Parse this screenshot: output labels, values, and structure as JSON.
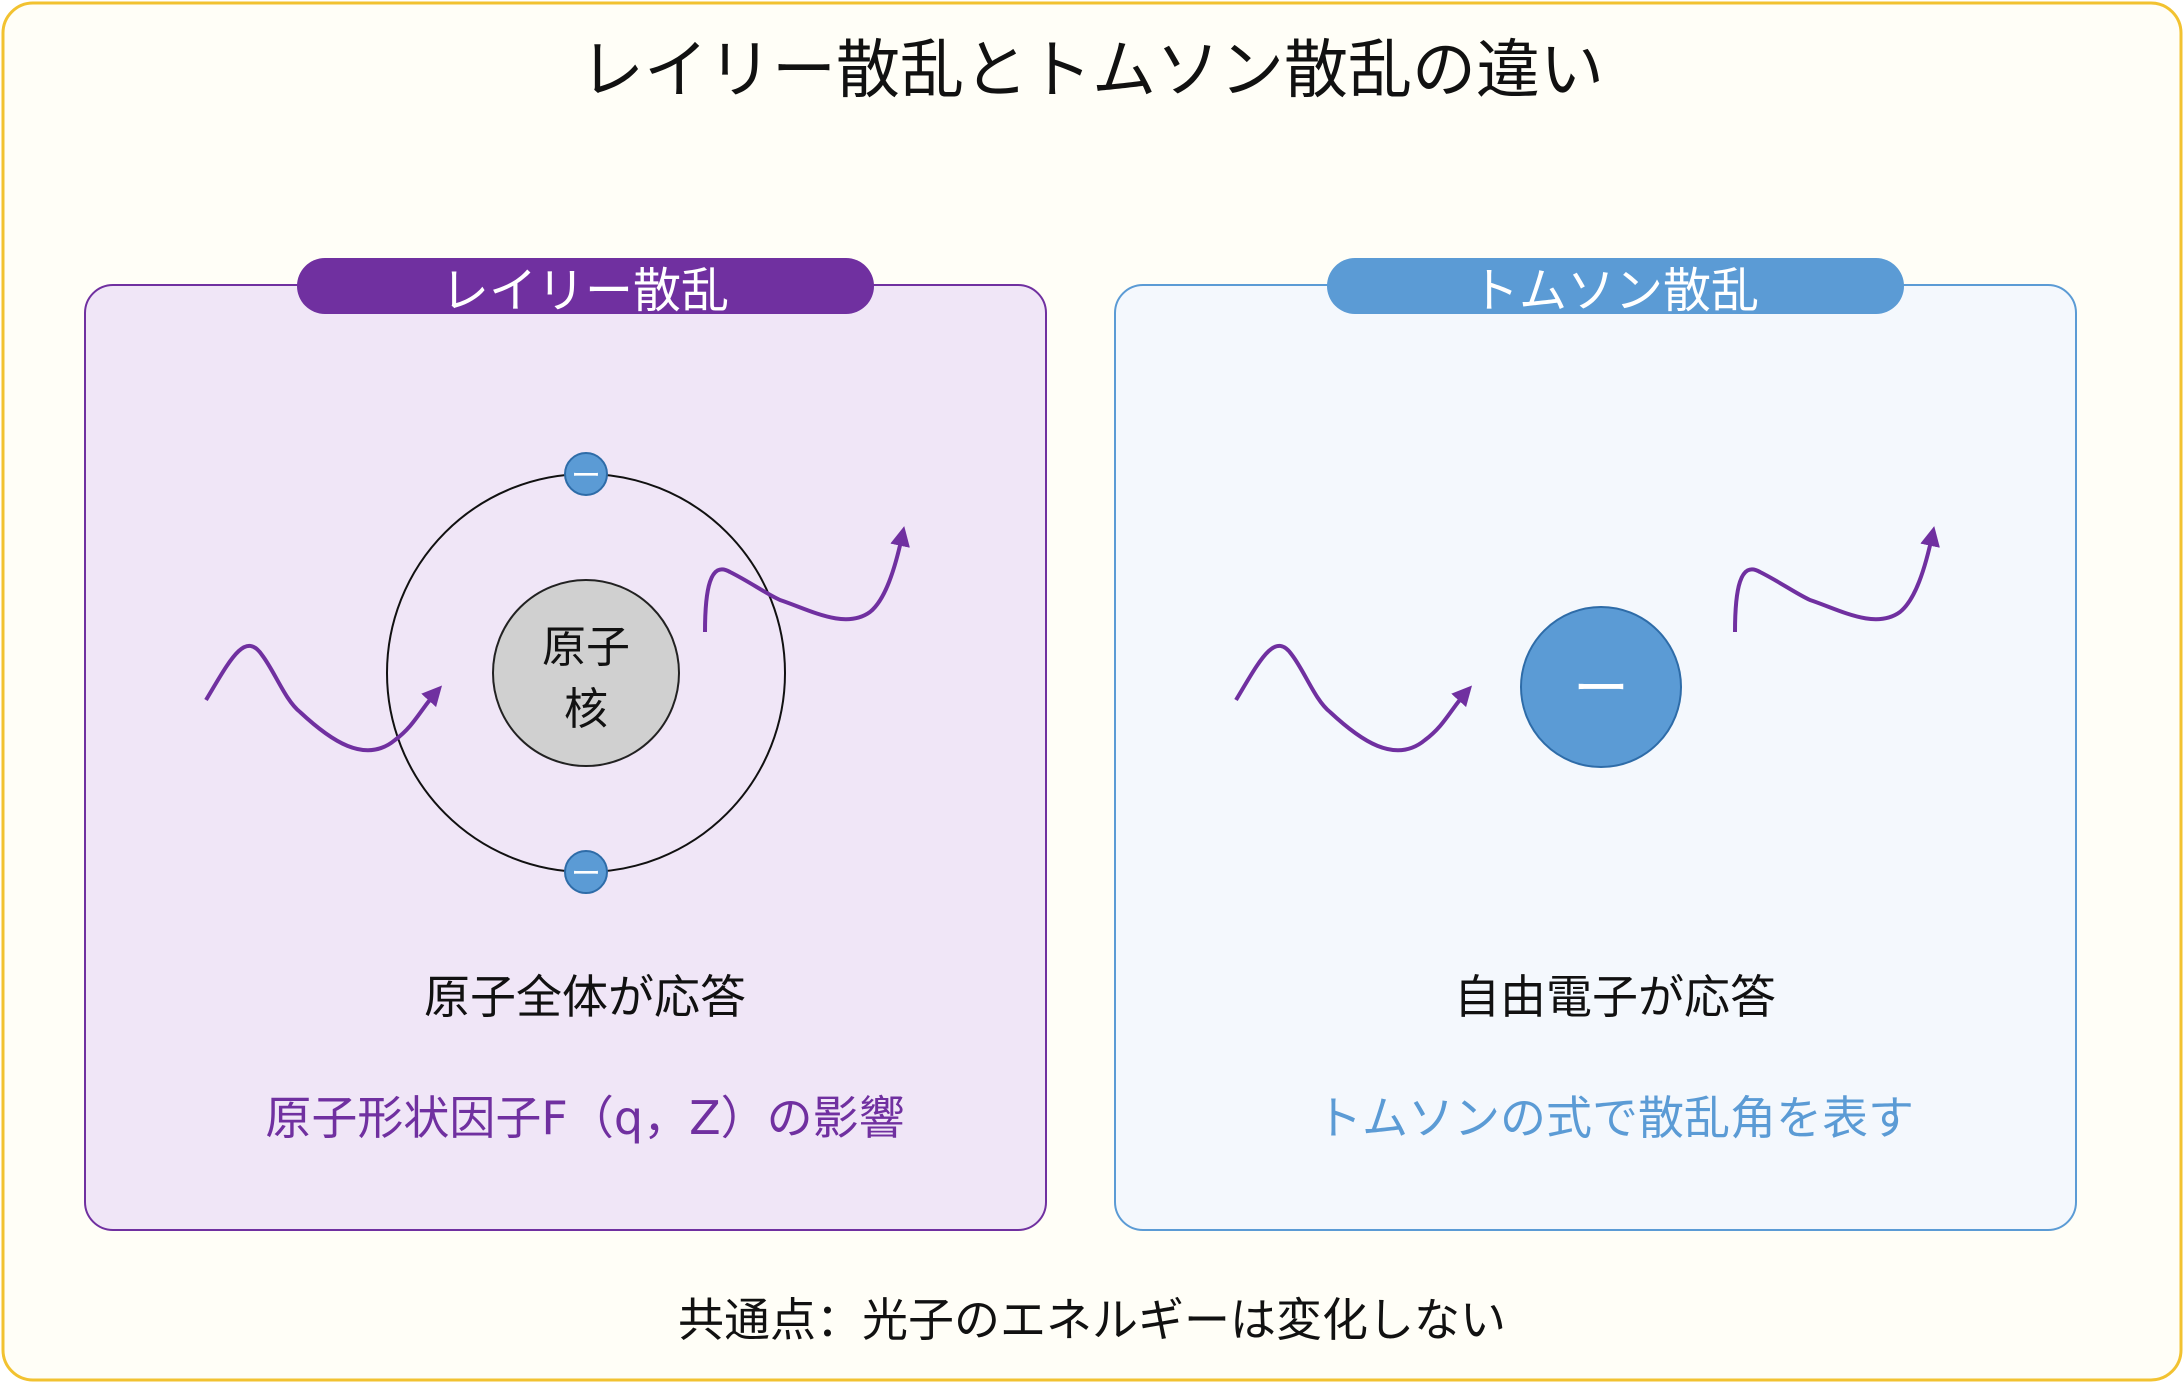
{
  "title": "レイリー散乱とトムソン散乱の違い",
  "rayleigh": {
    "label": "レイリー散乱",
    "nucleus_line1": "原子",
    "nucleus_line2": "核",
    "electron_symbol": "ー",
    "response": "原子全体が応答",
    "note": "原子形状因子F（q，Z）の影響"
  },
  "thomson": {
    "label": "トムソン散乱",
    "electron_symbol": "ー",
    "response": "自由電子が応答",
    "note": "トムソンの式で散乱角を表す"
  },
  "footer": "共通点：光子のエネルギーは変化しない",
  "colors": {
    "background": "#fffef7",
    "outer_border": "#f2c230",
    "purple": "#7030a0",
    "purple_fill": "#f0e6f7",
    "blue": "#5b9bd5",
    "blue_fill": "#f4f8fd",
    "nucleus_fill": "#d0d0d0",
    "text": "#111111"
  }
}
